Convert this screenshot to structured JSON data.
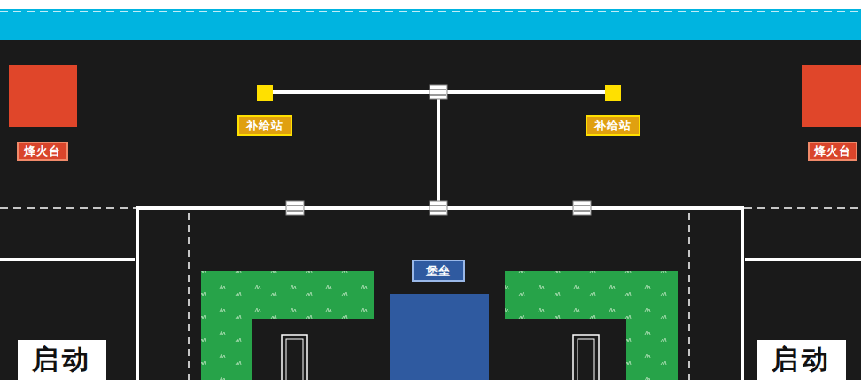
{
  "diagram": {
    "nodes": [
      {
        "text": [
          "烽火台"
        ]
      },
      {
        "text": [
          "补给站"
        ]
      },
      {
        "text": [
          "补给站"
        ]
      },
      {
        "text": [
          "烽火台"
        ]
      },
      {
        "text": [
          "堡垒"
        ]
      },
      {
        "text": [
          "启动"
        ]
      },
      {
        "text": [
          "启动"
        ]
      }
    ]
  }
}
